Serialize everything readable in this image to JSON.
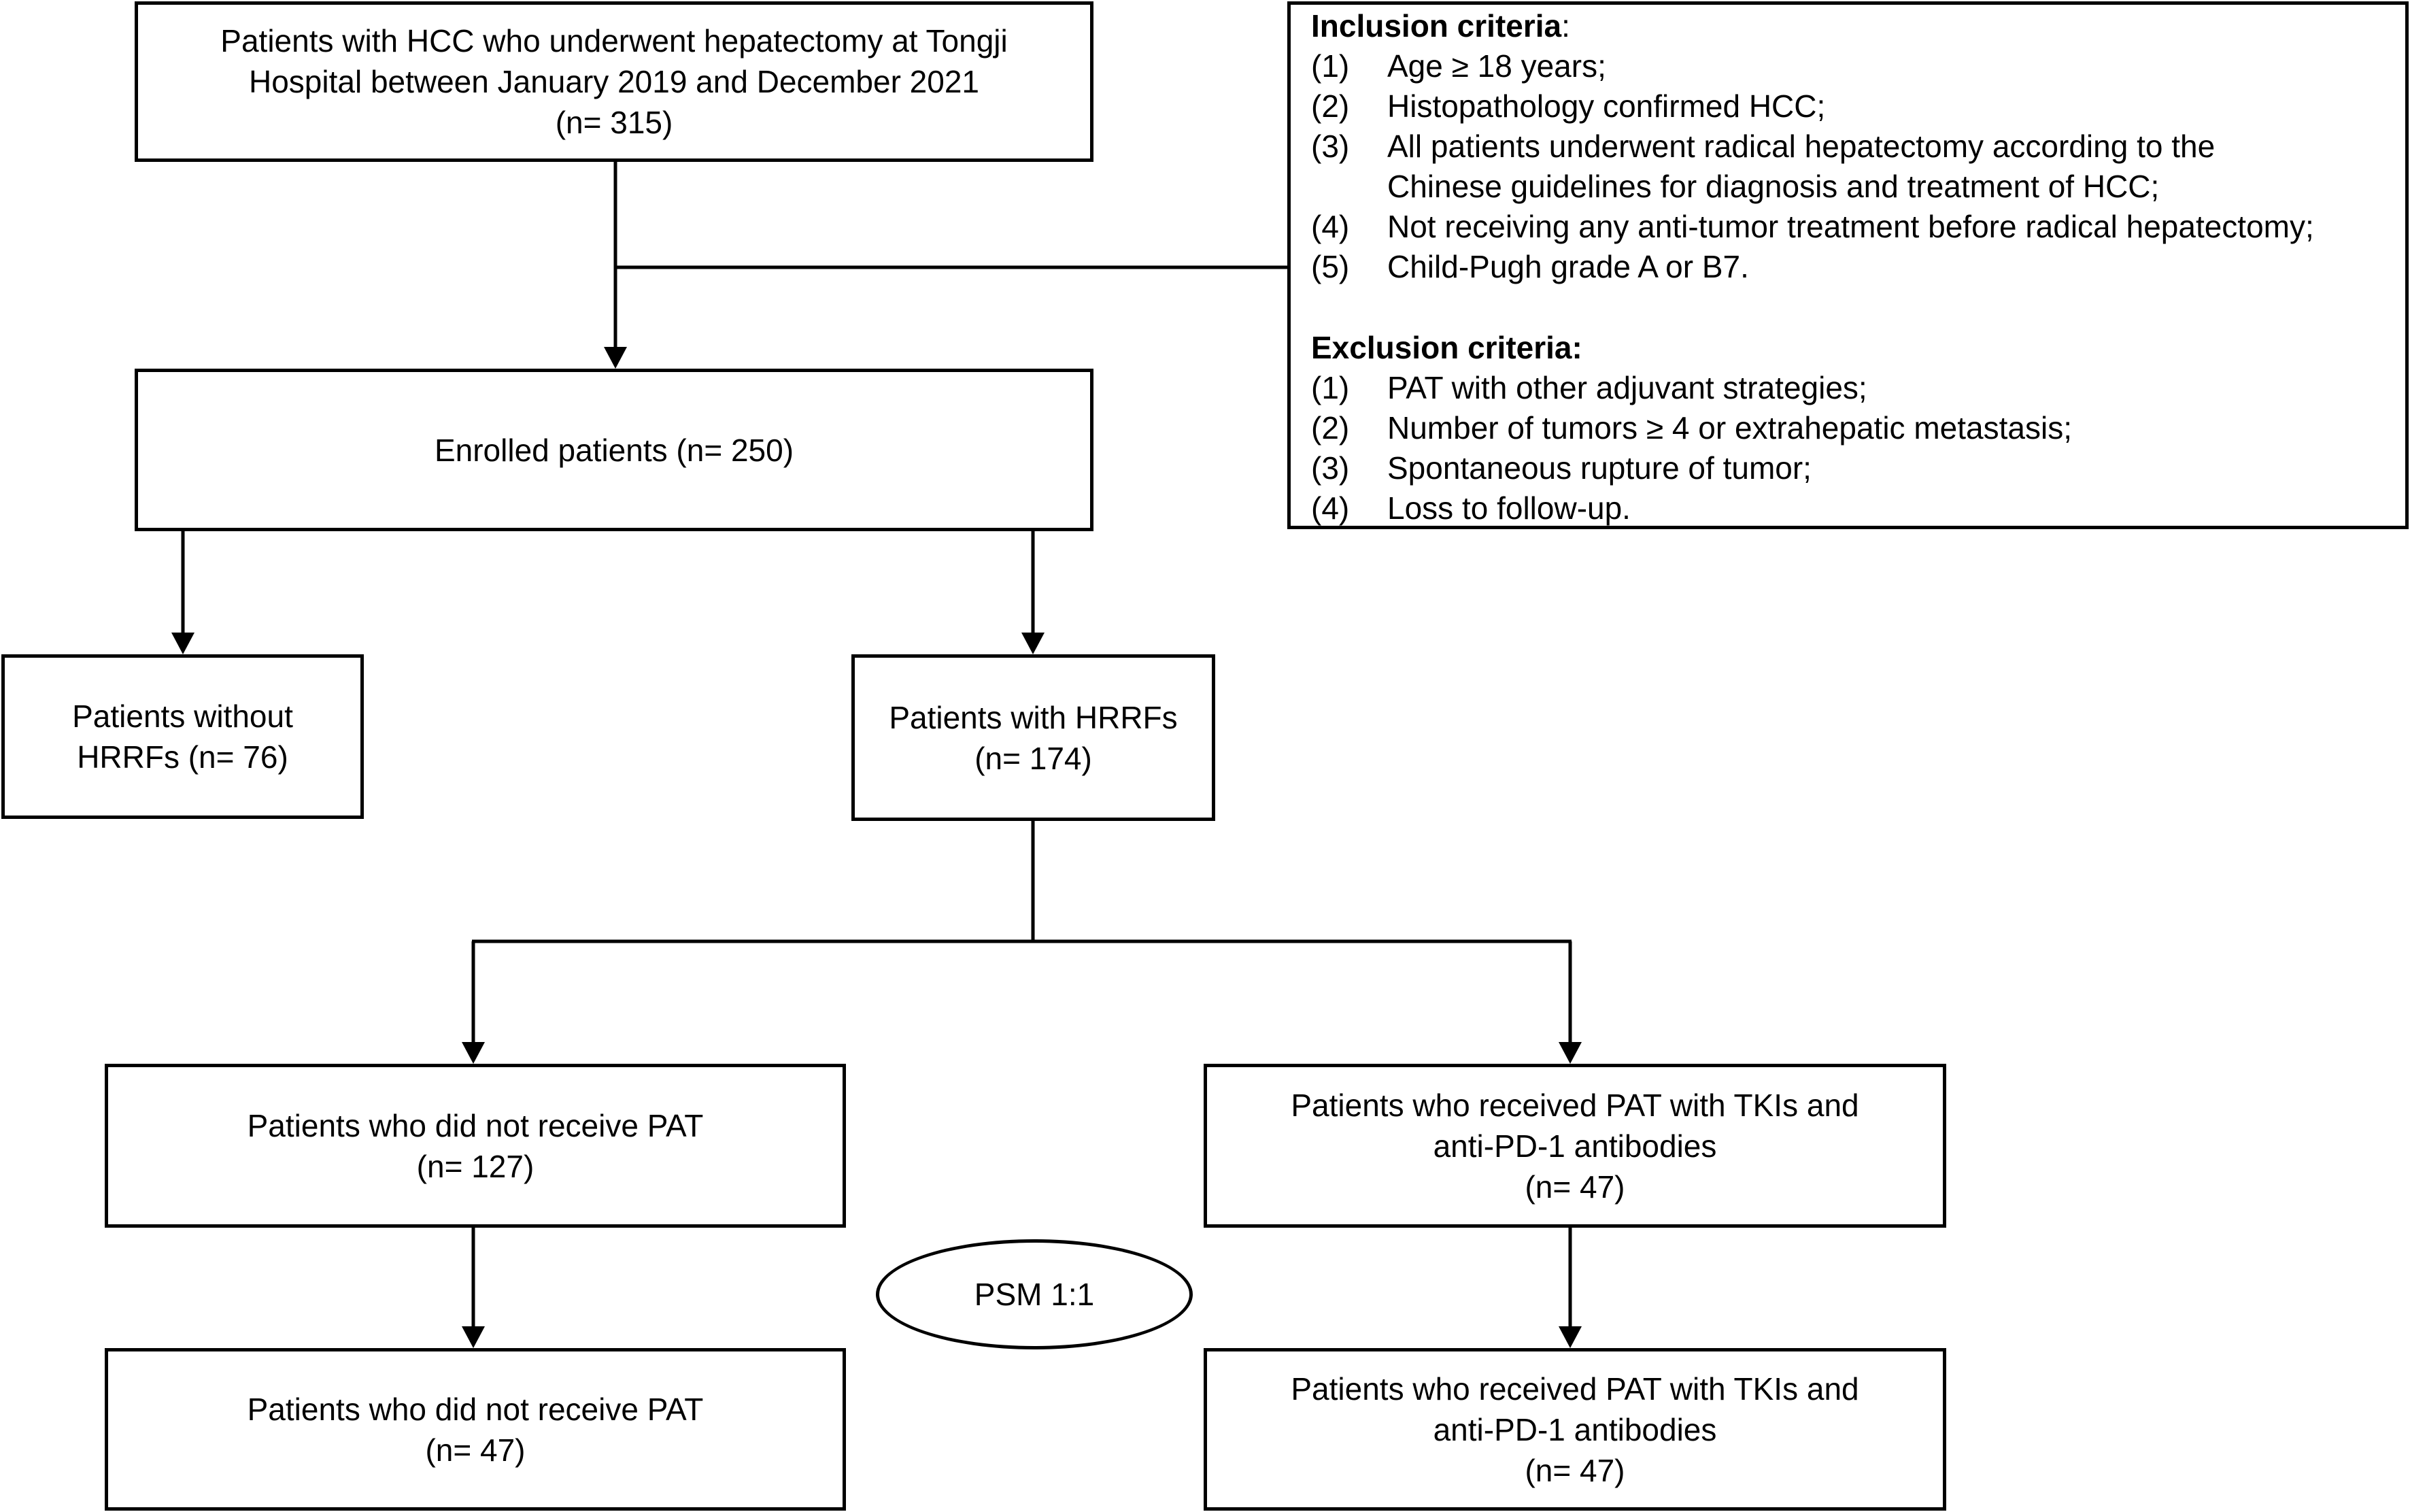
{
  "boxes": {
    "initial": [
      "Patients with HCC who underwent hepatectomy at Tongji",
      "Hospital between January 2019 and December 2021",
      "(n= 315)"
    ],
    "enrolled": [
      "Enrolled patients (n= 250)"
    ],
    "without_hrrfs": [
      "Patients without",
      "HRRFs (n= 76)"
    ],
    "with_hrrfs": [
      "Patients with HRRFs",
      "(n= 174)"
    ],
    "no_pat": [
      "Patients who did not receive PAT",
      "(n= 127)"
    ],
    "pat": [
      "Patients who received PAT with TKIs and",
      "anti-PD-1 antibodies",
      "(n= 47)"
    ],
    "no_pat_matched": [
      "Patients who did not receive PAT",
      "(n= 47)"
    ],
    "pat_matched": [
      "Patients who received PAT with TKIs and",
      "anti-PD-1 antibodies",
      "(n= 47)"
    ]
  },
  "psm_label": "PSM 1:1",
  "criteria": {
    "inclusion_title": "Inclusion criteria",
    "inclusion_colon": ":",
    "inclusion": [
      {
        "num": "(1)",
        "lines": [
          "Age ≥ 18 years;"
        ]
      },
      {
        "num": "(2)",
        "lines": [
          "Histopathology confirmed HCC;"
        ]
      },
      {
        "num": "(3)",
        "lines": [
          "All patients underwent radical hepatectomy according to the",
          "Chinese guidelines for diagnosis and treatment of HCC;"
        ]
      },
      {
        "num": "(4)",
        "lines": [
          "Not receiving any anti-tumor treatment before radical hepatectomy;"
        ]
      },
      {
        "num": "(5)",
        "lines": [
          "Child-Pugh grade A or B7."
        ]
      }
    ],
    "exclusion_title": "Exclusion criteria:",
    "exclusion": [
      {
        "num": "(1)",
        "lines": [
          "PAT with other adjuvant strategies;"
        ]
      },
      {
        "num": "(2)",
        "lines": [
          "Number of tumors ≥ 4 or extrahepatic metastasis;"
        ]
      },
      {
        "num": "(3)",
        "lines": [
          "Spontaneous rupture of tumor;"
        ]
      },
      {
        "num": "(4)",
        "lines": [
          "Loss to follow-up."
        ]
      }
    ]
  }
}
